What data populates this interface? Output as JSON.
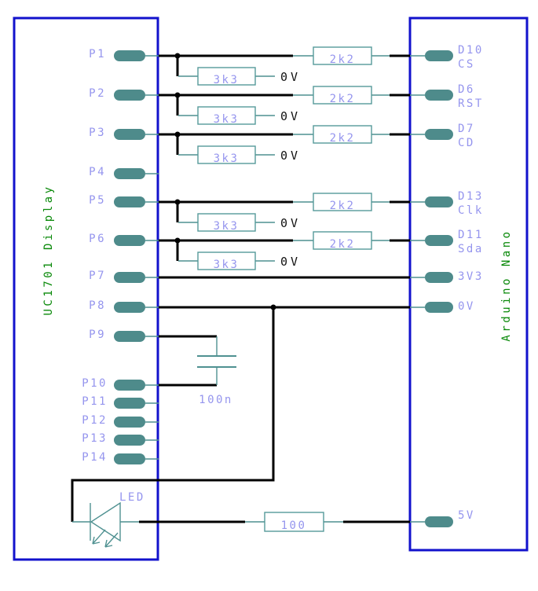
{
  "left_module": {
    "title": "UC1701 Display",
    "pins": [
      "P1",
      "P2",
      "P3",
      "P4",
      "P5",
      "P6",
      "P7",
      "P8",
      "P9",
      "P10",
      "P11",
      "P12",
      "P13",
      "P14"
    ]
  },
  "right_module": {
    "title": "Arduino Nano",
    "pins": [
      {
        "l1": "D10",
        "l2": "CS"
      },
      {
        "l1": "D6",
        "l2": "RST"
      },
      {
        "l1": "D7",
        "l2": "CD"
      },
      {
        "l1": "D13",
        "l2": "Clk"
      },
      {
        "l1": "D11",
        "l2": "Sda"
      },
      {
        "l1": "3V3",
        "l2": ""
      },
      {
        "l1": "0V",
        "l2": ""
      },
      {
        "l1": "5V",
        "l2": ""
      }
    ]
  },
  "components": {
    "series_resistor": "2k2",
    "pulldown_resistor": "3k3",
    "led_resistor": "100",
    "capacitor": "100n",
    "led": "LED",
    "ground": "0V"
  },
  "colors": {
    "module_border": "#1212cc",
    "pin_pad": "#4e8b8b",
    "symbol_stroke": "#4f9191",
    "label_text": "#9595ee",
    "title_text": "#098909",
    "ground_text": "#111111",
    "wire": "#000000"
  }
}
